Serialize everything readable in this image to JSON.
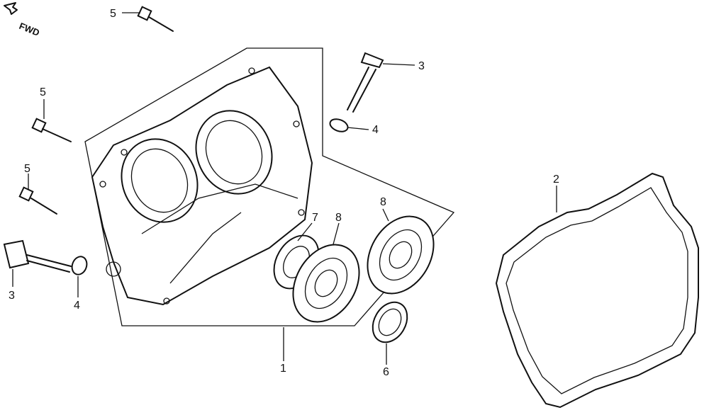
{
  "direction_label": "FWD",
  "callouts": {
    "c1": "1",
    "c2": "2",
    "c3a": "3",
    "c3b": "3",
    "c4a": "4",
    "c4b": "4",
    "c5a": "5",
    "c5b": "5",
    "c5c": "5",
    "c6": "6",
    "c7": "7",
    "c8a": "8",
    "c8b": "8"
  }
}
